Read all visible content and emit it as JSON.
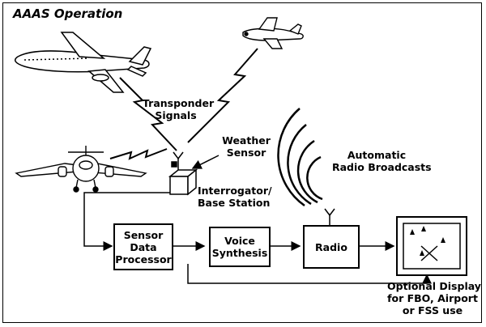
{
  "title": "AAAS Operation",
  "labels": {
    "transponder_line1": "Transponder",
    "transponder_line2": "Signals",
    "weather_line1": "Weather",
    "weather_line2": "Sensor",
    "broadcast_line1": "Automatic",
    "broadcast_line2": "Radio Broadcasts",
    "interrogator_line1": "Interrogator/",
    "interrogator_line2": "Base Station",
    "display_line1": "Optional Display",
    "display_line2": "for FBO, Airport",
    "display_line3": "or FSS use"
  },
  "boxes": {
    "sensor_line1": "Sensor",
    "sensor_line2": "Data",
    "sensor_line3": "Processor",
    "voice_line1": "Voice",
    "voice_line2": "Synthesis",
    "radio": "Radio"
  }
}
